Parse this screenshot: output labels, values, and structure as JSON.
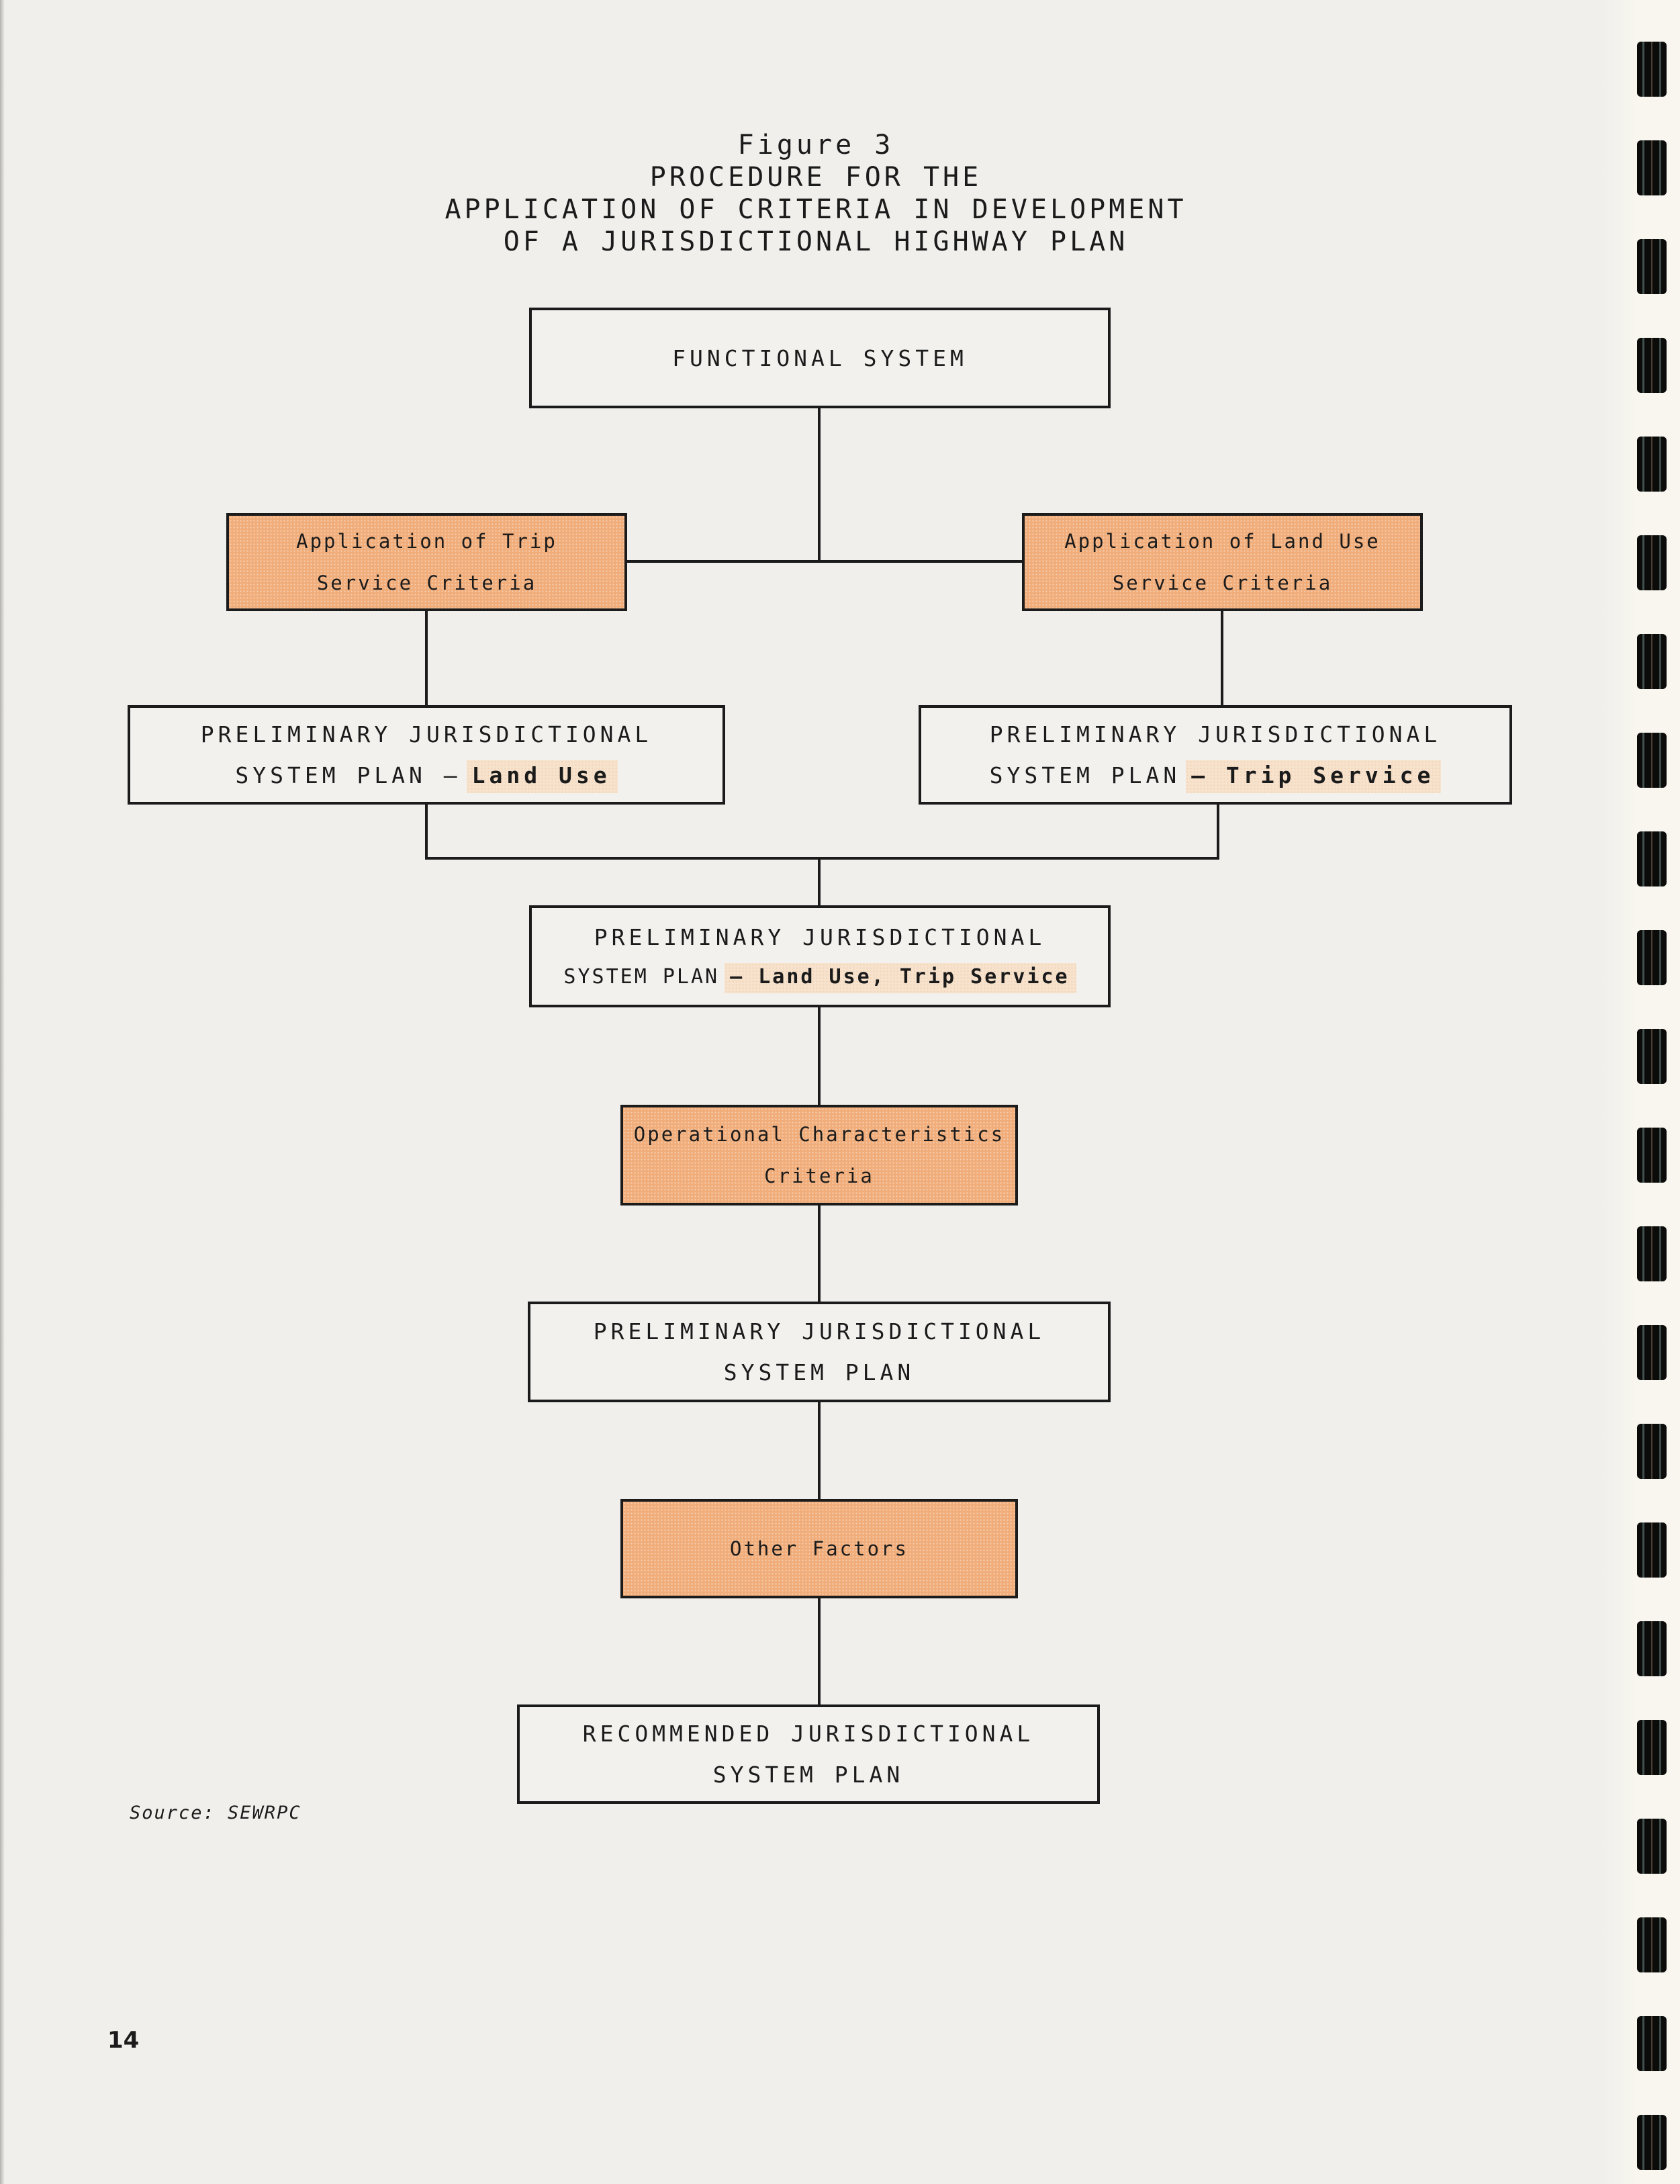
{
  "colors": {
    "accent_orange": "#f0ac79",
    "highlight_peach": "#f7e3cd",
    "line_black": "#1b1b1b",
    "paper": "#f0efec",
    "binding_paper": "#f8f6ee"
  },
  "header": {
    "figure_label": "Figure 3",
    "line1": "PROCEDURE FOR THE",
    "line2": "APPLICATION OF CRITERIA IN DEVELOPMENT",
    "line3": "OF A JURISDICTIONAL HIGHWAY PLAN"
  },
  "nodes": {
    "functional_system": {
      "label": "FUNCTIONAL SYSTEM"
    },
    "trip_service_criteria": {
      "line1": "Application of Trip",
      "line2": "Service Criteria"
    },
    "land_use_criteria": {
      "line1": "Application of Land Use",
      "line2": "Service Criteria"
    },
    "prelim_land_use": {
      "line1": "PRELIMINARY JURISDICTIONAL",
      "line2_prefix": "SYSTEM PLAN –",
      "line2_highlight": "Land Use"
    },
    "prelim_trip_service": {
      "line1": "PRELIMINARY JURISDICTIONAL",
      "line2_prefix": "SYSTEM PLAN",
      "line2_highlight": "– Trip Service"
    },
    "prelim_combined": {
      "line1": "PRELIMINARY JURISDICTIONAL",
      "line2_prefix": "SYSTEM PLAN",
      "line2_highlight": "– Land Use, Trip Service"
    },
    "operational_criteria": {
      "line1": "Operational Characteristics",
      "line2": "Criteria"
    },
    "prelim_plan": {
      "line1": "PRELIMINARY JURISDICTIONAL",
      "line2": "SYSTEM PLAN"
    },
    "other_factors": {
      "label": "Other Factors"
    },
    "recommended_plan": {
      "line1": "RECOMMENDED JURISDICTIONAL",
      "line2": "SYSTEM PLAN"
    }
  },
  "footer": {
    "source": "Source: SEWRPC",
    "page_number": "14"
  },
  "binding": {
    "holes_count": 22
  }
}
